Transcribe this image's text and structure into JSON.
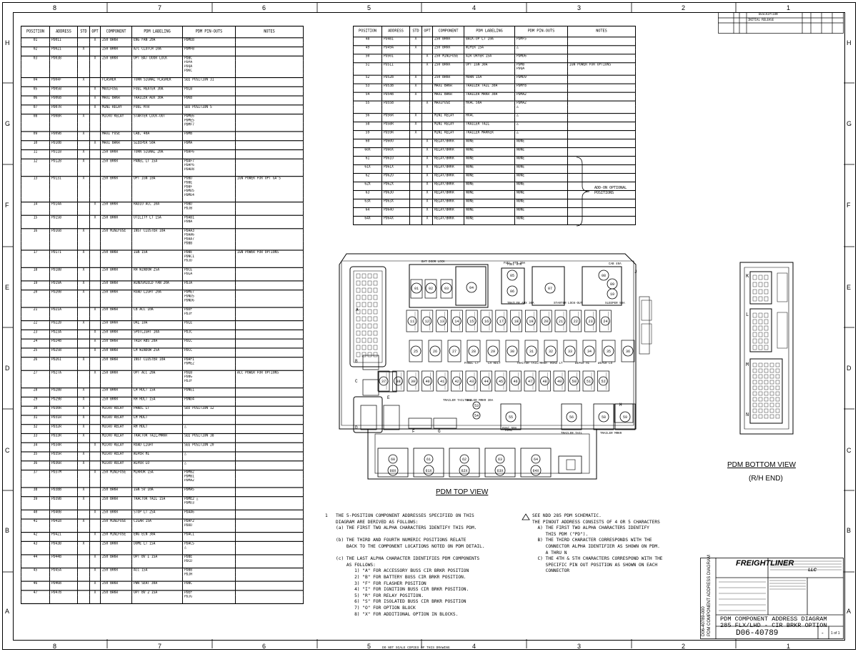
{
  "zones_top": [
    "8",
    "7",
    "6",
    "5",
    "4",
    "3",
    "2",
    "1"
  ],
  "zones_side": [
    "H",
    "G",
    "F",
    "E",
    "D",
    "C",
    "B",
    "A"
  ],
  "left_table": {
    "headers": [
      "POSITION",
      "ADDRESS",
      "STD",
      "OPT",
      "COMPONENT",
      "PDM LABELING",
      "PDM PIN-OUTS",
      "NOTES"
    ],
    "rows": [
      {
        "p": "01",
        "a": "PD01I",
        "s": "",
        "o": "X",
        "c": "250 BRKR",
        "l": "ENG FAN 20A",
        "pins": [
          "PDMEB"
        ],
        "n": ""
      },
      {
        "p": "02",
        "a": "PD02I",
        "s": "X",
        "o": "",
        "c": "250 BRKR",
        "l": "A/C CLUTCH 10A",
        "pins": [
          "PDMFB"
        ],
        "n": ""
      },
      {
        "p": "03",
        "a": "PD03B",
        "s": "",
        "o": "X",
        "c": "250 BRKR",
        "l": "OPT BAT DOOR LOCK",
        "pins": [
          "PDBC",
          "PDPA",
          "PDQA",
          "PDKC"
        ],
        "n": ""
      },
      {
        "p": "04",
        "a": "PD04F",
        "s": "X",
        "o": "",
        "c": "FLASHER",
        "l": "TURN SIGNAL FLASHER",
        "pins": [
          "SEE POSITION 31"
        ],
        "n": ""
      },
      {
        "p": "05",
        "a": "PD05B",
        "s": "",
        "o": "X",
        "c": "MAXIFUSE",
        "l": "FUEL HEATER 30A",
        "pins": [
          "PDLB"
        ],
        "n": ""
      },
      {
        "p": "06",
        "a": "PD06B",
        "s": "",
        "o": "X",
        "c": "MAXI BRKR",
        "l": "TRAILER AUX 30A",
        "pins": [
          "PDKB"
        ],
        "n": ""
      },
      {
        "p": "07",
        "a": "PD07R",
        "s": "",
        "o": "X",
        "c": "MINI RELAY",
        "l": "FUEL HTR",
        "pins": [
          "SEE POSITION 5"
        ],
        "n": ""
      },
      {
        "p": "08",
        "a": "PD08R",
        "s": "X",
        "o": "",
        "c": "MICRO RELAY",
        "l": "STARTER LOCK-OUT",
        "pins": [
          "PDME6",
          "PDME5",
          "PDMF7"
        ],
        "n": ""
      },
      {
        "p": "09",
        "a": "PD09B",
        "s": "X",
        "o": "",
        "c": "MAXI FUSE",
        "l": "CAB, 40A",
        "pins": [
          "PDMB"
        ],
        "n": ""
      },
      {
        "p": "10",
        "a": "PD10B",
        "s": "",
        "o": "X",
        "c": "MAXI BRKR",
        "l": "SLEEPER 50A",
        "pins": [
          "PDMA"
        ],
        "n": ""
      },
      {
        "p": "11",
        "a": "PD11B",
        "s": "X",
        "o": "",
        "c": "250 BRKR",
        "l": "TURN SIGNAL 20A",
        "pins": [
          "PDAF6"
        ],
        "n": ""
      },
      {
        "p": "12",
        "a": "PD12B",
        "s": "X",
        "o": "",
        "c": "250 BRKR",
        "l": "PANEL LT 15A",
        "pins": [
          "PDAF7",
          "PDAF6",
          "PDAD8"
        ],
        "n": ""
      },
      {
        "p": "13",
        "a": "PD13I",
        "s": "X",
        "o": "",
        "c": "250 BRKR",
        "l": "OPT IGN 10A",
        "pins": [
          "PDBD",
          "PDBE",
          "PDBF",
          "PDMD5",
          "PDME4"
        ],
        "n": "IGN POWER FOR OPT GA'S"
      },
      {
        "p": "14",
        "a": "PD14A",
        "s": "",
        "o": "X",
        "c": "250 BRKR",
        "l": "RADIO ACC 10A",
        "pins": [
          "PDBD",
          "PDJB"
        ],
        "n": ""
      },
      {
        "p": "15",
        "a": "PD15B",
        "s": "",
        "o": "X",
        "c": "250 BRKR",
        "l": "UTILITY LT 15A",
        "pins": [
          "PDAB1",
          "PDBA"
        ],
        "n": ""
      },
      {
        "p": "16",
        "a": "PD16B",
        "s": "X",
        "o": "",
        "c": "250 MINIFUSE",
        "l": "INST CLUSTER 10A",
        "pins": [
          "PDAA3",
          "PDAA6",
          "PDAA7",
          "PDBB"
        ],
        "n": ""
      },
      {
        "p": "17",
        "a": "PD17I",
        "s": "X",
        "o": "",
        "c": "250 BRKR",
        "l": "IGN 15A",
        "pins": [
          "PDBE",
          "PDNC1",
          "PDJD"
        ],
        "n": "IGN POWER FOR OPTIONS"
      },
      {
        "p": "18",
        "a": "PD18B",
        "s": "X",
        "o": "",
        "c": "250 BRKR",
        "l": "RH WINDOW 25A",
        "pins": [
          "PDCE",
          "PDLA"
        ],
        "n": ""
      },
      {
        "p": "19",
        "a": "PD19A",
        "s": "X",
        "o": "",
        "c": "250 BRKR",
        "l": "WINDSHIELD FAN 20A",
        "pins": [
          "PDJA"
        ],
        "n": ""
      },
      {
        "p": "20",
        "a": "PD20B",
        "s": "X",
        "o": "",
        "c": "250 BRKR",
        "l": "ROAD LIGHT 20A",
        "pins": [
          "PDME7",
          "PDND5",
          "PDND6"
        ],
        "n": ""
      },
      {
        "p": "21",
        "a": "PD21A",
        "s": "",
        "o": "X",
        "c": "250 BRKR",
        "l": "CB ACC 10A",
        "pins": [
          "PDDF",
          "PDJF"
        ],
        "n": ""
      },
      {
        "p": "22",
        "a": "PD22B",
        "s": "X",
        "o": "",
        "c": "250 BRKR",
        "l": "DRL 10A",
        "pins": [
          "PDLE"
        ],
        "n": ""
      },
      {
        "p": "23",
        "a": "PD23A",
        "s": "",
        "o": "X",
        "c": "250 BRKR",
        "l": "SPOTLIGHT 10A",
        "pins": [
          "PDJC"
        ],
        "n": ""
      },
      {
        "p": "24",
        "a": "PD24B",
        "s": "",
        "o": "X",
        "c": "250 BRKR",
        "l": "TRLR ABS 20A",
        "pins": [
          "PDLC"
        ],
        "n": ""
      },
      {
        "p": "25",
        "a": "PD25B",
        "s": "",
        "o": "X",
        "c": "250 BRKR",
        "l": "LH WINDOW 25A",
        "pins": [
          "PDCC"
        ],
        "n": ""
      },
      {
        "p": "26",
        "a": "PD26I",
        "s": "X",
        "o": "",
        "c": "250 BRKR",
        "l": "INST CLUSTER 10A",
        "pins": [
          "PDAF1",
          "PDME2"
        ],
        "n": ""
      },
      {
        "p": "27",
        "a": "PD27A",
        "s": "",
        "o": "X",
        "c": "250 BRKR",
        "l": "OPT ACC 20A",
        "pins": [
          "PDEB",
          "PDBG",
          "PDJF"
        ],
        "n": "ACC POWER FOR OPTIONS"
      },
      {
        "p": "28",
        "a": "PD28B",
        "s": "X",
        "o": "",
        "c": "250 BRKR",
        "l": "LH HDLT 15A",
        "pins": [
          "PDNE1"
        ],
        "n": ""
      },
      {
        "p": "29",
        "a": "PD29B",
        "s": "X",
        "o": "",
        "c": "250 BRKR",
        "l": "RH HDLT 15A",
        "pins": [
          "PDND4"
        ],
        "n": ""
      },
      {
        "p": "30",
        "a": "PD30R",
        "s": "X",
        "o": "",
        "c": "MICRO RELAY",
        "l": "PANEL LT",
        "pins": [
          "SEE POSITION 12"
        ],
        "n": ""
      },
      {
        "p": "31",
        "a": "PD31R",
        "s": "X",
        "o": "",
        "c": "MICRO RELAY",
        "l": "LH HDLT",
        "pins": [
          ""
        ],
        "n": ""
      },
      {
        "p": "32",
        "a": "PD32R",
        "s": "X",
        "o": "",
        "c": "MICRO RELAY",
        "l": "RH HDLT",
        "pins": [
          "△"
        ],
        "n": ""
      },
      {
        "p": "33",
        "a": "PD33R",
        "s": "X",
        "o": "",
        "c": "MICRO RELAY",
        "l": "TRACTOR TAIL/MRKR",
        "pins": [
          "SEE POSITION 38"
        ],
        "n": ""
      },
      {
        "p": "34",
        "a": "PD34R",
        "s": "",
        "o": "X",
        "c": "MICRO RELAY",
        "l": "ROAD LIGHT",
        "pins": [
          "SEE POSITION 20"
        ],
        "n": ""
      },
      {
        "p": "35",
        "a": "PD35R",
        "s": "X",
        "o": "",
        "c": "MICRO RELAY",
        "l": "WIPER HI",
        "pins": [
          "△"
        ],
        "n": ""
      },
      {
        "p": "36",
        "a": "PD36R",
        "s": "X",
        "o": "",
        "c": "MICRO RELAY",
        "l": "WIPER LO",
        "pins": [
          "△"
        ],
        "n": ""
      },
      {
        "p": "37",
        "a": "PD37M",
        "s": "",
        "o": "X",
        "c": "250 MINIFUSE",
        "l": "MIRROR 15A",
        "pins": [
          "PDMB2",
          "PDMB1",
          "PDMA2"
        ],
        "n": ""
      },
      {
        "p": "38",
        "a": "PD38B",
        "s": "X",
        "o": "",
        "c": "250 BRKR",
        "l": "IGN 5V 10A",
        "pins": [
          "PDMA5"
        ],
        "n": ""
      },
      {
        "p": "39",
        "a": "PD39B",
        "s": "X",
        "o": "",
        "c": "250 BRKR",
        "l": "TRACTOR TAIL 15A",
        "pins": [
          "PDME2 △",
          "PDMD3"
        ],
        "n": ""
      },
      {
        "p": "40",
        "a": "PD40B",
        "s": "",
        "o": "X",
        "c": "250 BRKR",
        "l": "STOP LT 25A",
        "pins": [
          "PDAA6"
        ],
        "n": ""
      },
      {
        "p": "41",
        "a": "PD41B",
        "s": "X",
        "o": "",
        "c": "250 MINIFUSE",
        "l": "CIGAR 15A",
        "pins": [
          "PDAF2",
          "PDDD"
        ],
        "n": ""
      },
      {
        "p": "42",
        "a": "PD42I",
        "s": "",
        "o": "X",
        "c": "250 MINIFUSE",
        "l": "ENG ECN 30A",
        "pins": [
          "PDAC1"
        ],
        "n": ""
      },
      {
        "p": "43",
        "a": "PD43B",
        "s": "X",
        "o": "",
        "c": "250 BRKR",
        "l": "DOME LT 15A",
        "pins": [
          "PDAC5",
          "△"
        ],
        "n": ""
      },
      {
        "p": "44",
        "a": "PD44B",
        "s": "",
        "o": "X",
        "c": "250 BRKR",
        "l": "OPT BV I 15A",
        "pins": [
          "PDBE",
          "PDCD"
        ],
        "n": ""
      },
      {
        "p": "45",
        "a": "PD45A",
        "s": "",
        "o": "X",
        "c": "250 BRKR",
        "l": "ACC 15A",
        "pins": [
          "PDBB",
          "PDJH"
        ],
        "n": ""
      },
      {
        "p": "46",
        "a": "PD46B",
        "s": "",
        "o": "X",
        "c": "250 BRKR",
        "l": "PWR SEAT 30A",
        "pins": [
          "PDBC"
        ],
        "n": ""
      },
      {
        "p": "47",
        "a": "PD47B",
        "s": "",
        "o": "X",
        "c": "250 BRKR",
        "l": "OPT BV 2 15A",
        "pins": [
          "PDEF",
          "PDJG"
        ],
        "n": ""
      }
    ]
  },
  "right_table": {
    "headers": [
      "POSITION",
      "ADDRESS",
      "STD",
      "OPT",
      "COMPONENT",
      "PDM LABELING",
      "PDM PIN-OUTS",
      "NOTES"
    ],
    "rows": [
      {
        "p": "48",
        "a": "PD48I",
        "s": "X",
        "o": "",
        "c": "250 BRKR",
        "l": "BACK-UP LT 10A",
        "pins": [
          "PDMF5"
        ],
        "n": ""
      },
      {
        "p": "49",
        "a": "PD49A",
        "s": "X",
        "o": "",
        "c": "250 BRKR",
        "l": "WIPER 15A",
        "pins": [
          "△"
        ],
        "n": ""
      },
      {
        "p": "50",
        "a": "PD50I",
        "s": "",
        "o": "X",
        "c": "250 MINIFUSE",
        "l": "AIR DRYER 15A",
        "pins": [
          "PDMD6"
        ],
        "n": ""
      },
      {
        "p": "51",
        "a": "PD51I",
        "s": "",
        "o": "X",
        "c": "250 BRKR",
        "l": "OPT IGN 30A",
        "pins": [
          "PDMB",
          "PDQA"
        ],
        "n": "IGN POWER FOR OPTIONS"
      },
      {
        "p": "52",
        "a": "PD52B",
        "s": "X",
        "o": "",
        "c": "250 BRKR",
        "l": "HORN 15A",
        "pins": [
          "PDMD9"
        ],
        "n": ""
      },
      {
        "p": "53",
        "a": "PD53B",
        "s": "X",
        "o": "",
        "c": "MAXI BRKR",
        "l": "TRAILER TAIL 30A",
        "pins": [
          "PDMF8"
        ],
        "n": ""
      },
      {
        "p": "54",
        "a": "PD54B",
        "s": "X",
        "o": "",
        "c": "MAXI BRKR",
        "l": "TRAILER MRKR 30A",
        "pins": [
          "PDMA2"
        ],
        "n": ""
      },
      {
        "p": "55",
        "a": "PD55B",
        "s": "",
        "o": "X",
        "c": "MAXIFUSE",
        "l": "HVAC 50A",
        "pins": [
          "PDMA2",
          "△"
        ],
        "n": ""
      },
      {
        "p": "56",
        "a": "PD56R",
        "s": "X",
        "o": "",
        "c": "MINI RELAY",
        "l": "HVAC",
        "pins": [
          "△"
        ],
        "n": ""
      },
      {
        "p": "58",
        "a": "PD58R",
        "s": "X",
        "o": "",
        "c": "MINI RELAY",
        "l": "TRAILER TAIL",
        "pins": [
          "△"
        ],
        "n": ""
      },
      {
        "p": "59",
        "a": "PD59R",
        "s": "X",
        "o": "",
        "c": "MINI RELAY",
        "l": "TRAILER MARKER",
        "pins": [
          "△"
        ],
        "n": ""
      },
      {
        "p": "60",
        "a": "PD60O",
        "s": "",
        "o": "X",
        "c": "RELAY/BRKR",
        "l": "NONE",
        "pins": [
          "NONE"
        ],
        "n": ""
      },
      {
        "p": "60X",
        "a": "PD60X",
        "s": "",
        "o": "X",
        "c": "RELAY/BRKR",
        "l": "NONE",
        "pins": [
          "NONE"
        ],
        "n": ""
      },
      {
        "p": "61",
        "a": "PD61O",
        "s": "",
        "o": "X",
        "c": "RELAY/BRKR",
        "l": "NONE",
        "pins": [
          "NONE"
        ],
        "n": ""
      },
      {
        "p": "61X",
        "a": "PD61X",
        "s": "",
        "o": "X",
        "c": "RELAY/BRKR",
        "l": "NONE",
        "pins": [
          "NONE"
        ],
        "n": ""
      },
      {
        "p": "62",
        "a": "PD62O",
        "s": "",
        "o": "X",
        "c": "RELAY/BRKR",
        "l": "NONE",
        "pins": [
          "NONE"
        ],
        "n": ""
      },
      {
        "p": "62X",
        "a": "PD62X",
        "s": "",
        "o": "X",
        "c": "RELAY/BRKR",
        "l": "NONE",
        "pins": [
          "NONE"
        ],
        "n": ""
      },
      {
        "p": "63",
        "a": "PD63O",
        "s": "",
        "o": "X",
        "c": "RELAY/BRKR",
        "l": "NONE",
        "pins": [
          "NONE"
        ],
        "n": ""
      },
      {
        "p": "63X",
        "a": "PD63X",
        "s": "",
        "o": "X",
        "c": "RELAY/BRKR",
        "l": "NONE",
        "pins": [
          "NONE"
        ],
        "n": ""
      },
      {
        "p": "64",
        "a": "PD64O",
        "s": "",
        "o": "X",
        "c": "RELAY/BRKR",
        "l": "NONE",
        "pins": [
          "NONE"
        ],
        "n": ""
      },
      {
        "p": "64X",
        "a": "PD64X",
        "s": "",
        "o": "X",
        "c": "RELAY/BRKR",
        "l": "NONE",
        "pins": [
          "NONE"
        ],
        "n": ""
      }
    ],
    "brace_note": "ADD-ON OPTIONAL POSITIONS"
  },
  "top_view": {
    "title": "PDM TOP VIEW",
    "labels": [
      "BAT DOOR LOCK",
      "FUEL HTR 30A",
      "FUEL HTR",
      "STARTER LOCK-OUT",
      "TRAILER AUX 30A",
      "SLEEPER 50A",
      "CAB 40A",
      "PANEL LT",
      "LH HDLT",
      "TRACTOR TAIL/MRKR",
      "ROAD LT",
      "WIPER HI",
      "WIPER LO",
      "TRAILER TAIL 30A",
      "TRAILER MRKR 30A",
      "HVAC 50A",
      "HVAC",
      "TRAILER TAIL",
      "TRAILER MRKR"
    ],
    "connectors": [
      "A",
      "B",
      "C",
      "D",
      "E",
      "F",
      "G",
      "H",
      "J"
    ],
    "row1": [
      "01",
      "02",
      "03",
      "04",
      "05",
      "06",
      "07",
      "08",
      "09",
      "10"
    ],
    "row2": [
      "11",
      "12",
      "13",
      "14",
      "15",
      "16",
      "17",
      "18",
      "19",
      "20",
      "21",
      "22",
      "23",
      "24"
    ],
    "row3": [
      "25",
      "26",
      "27",
      "28",
      "29",
      "30",
      "31",
      "32",
      "33",
      "34",
      "35",
      "36"
    ],
    "row4": [
      "37",
      "38",
      "39",
      "40",
      "41",
      "42",
      "43",
      "44",
      "45",
      "46",
      "47",
      "48",
      "49",
      "50",
      "51",
      "52"
    ],
    "row5": [
      "53",
      "54",
      "55",
      "56",
      "58",
      "59"
    ],
    "addon": [
      [
        "60",
        "60X"
      ],
      [
        "61",
        "61X"
      ],
      [
        "62",
        "62X"
      ],
      [
        "63",
        "63X"
      ],
      [
        "64",
        "64X"
      ]
    ]
  },
  "bottom_view": {
    "title": "PDM BOTTOM VIEW",
    "subtitle": "(R/H END)",
    "connectors": [
      "K",
      "L",
      "M",
      "N"
    ]
  },
  "notes_left": {
    "num": "1",
    "lines": [
      "THE 5-POSITION COMPONENT ADDRESSES SPECIFIED ON THIS",
      "DIAGRAM ARE DERIVED AS FOLLOWS:",
      "(a) THE FIRST TWO ALPHA CHARACTERS IDENTIFY THIS PDM.",
      "",
      "(b) THE THIRD AND FOURTH NUMERIC POSITIONS RELATE",
      "    BACK TO THE COMPONENT LOCATIONS NOTED ON PDM DETAIL.",
      "",
      "(c) THE LAST ALPHA CHARACTER IDENTIFIES PDM COMPONENTS",
      "    AS FOLLOWS:",
      "       1) \"A\" FOR ACCESSORY BUSS CIR BRKR POSITION",
      "       2) \"B\" FOR BATTERY BUSS CIR BRKR POSITION.",
      "       3) \"F\" FOR FLASHER POSITION",
      "       4) \"I\" FOR IGNITION BUSS CIR BRKR POSITION.",
      "       5) \"R\" FOR RELAY POSITION.",
      "       6) \"S\" FOR ISOLATED BUSS CIR BRKR POSITION",
      "       7) \"O\" FOR OPTION BLOCK",
      "       8) \"X\" FOR ADDITIONAL OPTION IN BLOCKS."
    ]
  },
  "notes_right": {
    "lines": [
      "SEE NDD 285 PDM SCHEMATIC.",
      "THE PINOUT ADDRESS CONSISTS OF 4 OR 5 CHARACTERS",
      "  A) THE FIRST TWO ALPHA CHARACTERS IDENTIFY",
      "     THIS PDM (\"PD\").",
      "  B) THE THIRD CHARACTER CORRESPONDS WITH THE",
      "     CONNECTOR ALPHA IDENTIFIER AS SHOWN ON PDM.",
      "     A THRU N",
      "  C) THE 4TH & 5TH CHARACTERS CORRESPOND WITH THE",
      "     SPECIFIC PIN OUT POSITION AS SHOWN ON EACH",
      "     CONNECTOR"
    ]
  },
  "title_block": {
    "company": "FREIGHTLINER",
    "company_suffix": "LLC",
    "title1": "PDM COMPONENT ADDRESS DIAGRAM",
    "title2": "285 FLX/LHD - CIR BRKR OPTION",
    "dwg_no": "D06-40789",
    "sheet": "1 of 1",
    "rev": "-",
    "side_text": "PDM COMPONENT ADDRESS DIAGRAM",
    "side_no": "D06-40789-000",
    "footer": "DO NOT SCALE COPIES OF THIS DRAWING"
  },
  "revision_block": {
    "header": "DESCRIPTION",
    "entry": "INITIAL RELEASE"
  }
}
